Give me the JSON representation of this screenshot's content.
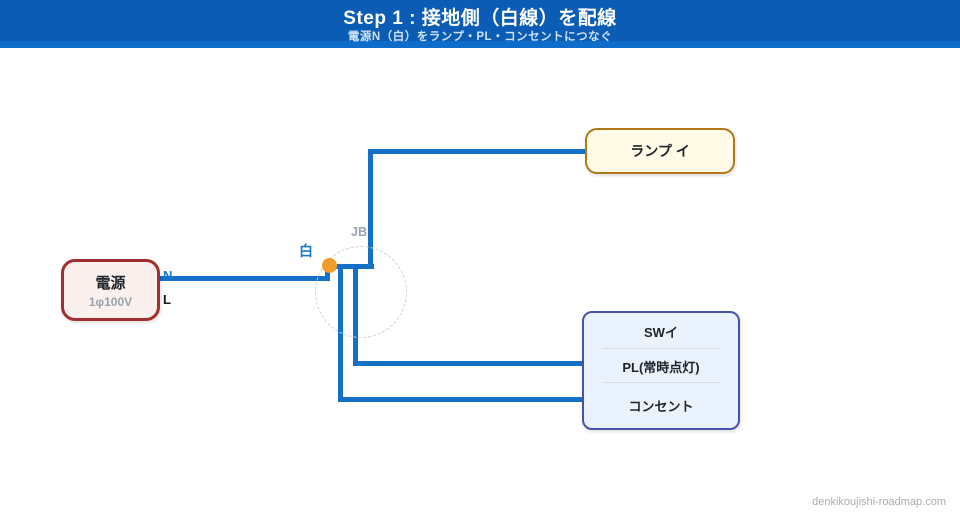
{
  "header": {
    "title": "Step 1 : 接地側（白線）を配線",
    "subtitle": "電源N（白）をランプ・PL・コンセントにつなぐ",
    "bg_color": "#0A5CB4",
    "strip_color": "#0E6CCB"
  },
  "diagram": {
    "source_box": {
      "label": "電源",
      "sub_label": "1φ100V",
      "border_color": "#A03030",
      "fill_color": "#FAF0ED"
    },
    "terminals": {
      "neutral": "N",
      "live": "L"
    },
    "wire_label": "白",
    "junction": {
      "label": "JB",
      "dot_color": "#F09C2B"
    },
    "lamp_box": {
      "label": "ランプ イ",
      "border_color": "#B07818",
      "fill_color": "#FFFBE6"
    },
    "load_box": {
      "border_color": "#4A51A8",
      "fill_color": "#EAF2FD",
      "rows": [
        {
          "label": "SWイ"
        },
        {
          "label": "PL(常時点灯)"
        },
        {
          "label": "コンセント"
        }
      ]
    },
    "wire_color": "#1570C8"
  },
  "footer": {
    "watermark": "denkikoujishi-roadmap.com"
  }
}
